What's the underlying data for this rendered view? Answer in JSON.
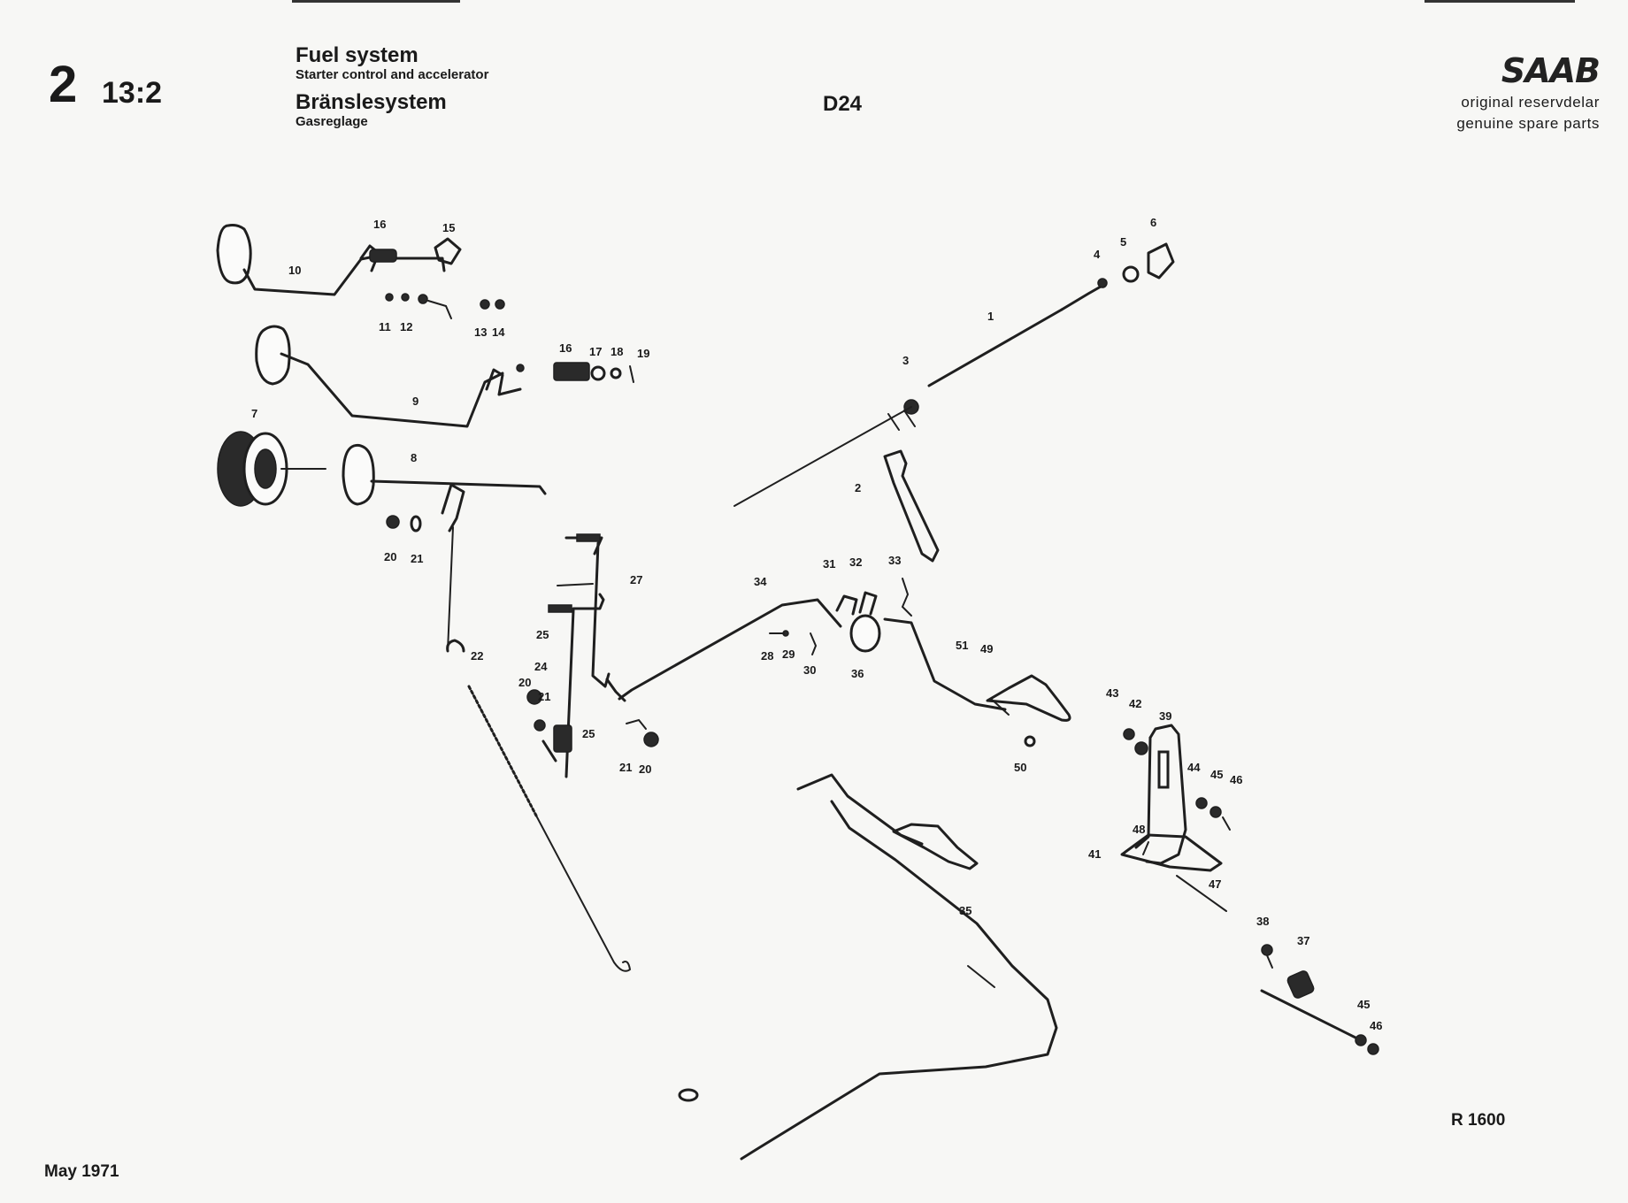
{
  "header": {
    "section": "2",
    "subsection": "13:2",
    "title_en": "Fuel system",
    "subtitle_en": "Starter control and accelerator",
    "title_sv": "Bränslesystem",
    "subtitle_sv": "Gasreglage",
    "model": "D24"
  },
  "brand": {
    "logo": "SAAB",
    "line1": "original reservdelar",
    "line2": "genuine spare parts"
  },
  "footer": {
    "ref": "R 1600",
    "date": "May 1971"
  },
  "callouts": [
    "1",
    "2",
    "3",
    "4",
    "5",
    "6",
    "7",
    "8",
    "9",
    "10",
    "11",
    "12",
    "13",
    "14",
    "15",
    "16",
    "16",
    "17",
    "18",
    "19",
    "20",
    "21",
    "20",
    "21",
    "20",
    "21",
    "22",
    "24",
    "25",
    "25",
    "27",
    "28",
    "29",
    "30",
    "31",
    "32",
    "33",
    "34",
    "35",
    "36",
    "37",
    "38",
    "39",
    "41",
    "42",
    "43",
    "44",
    "45",
    "46",
    "45",
    "46",
    "47",
    "48",
    "49",
    "50",
    "51"
  ]
}
